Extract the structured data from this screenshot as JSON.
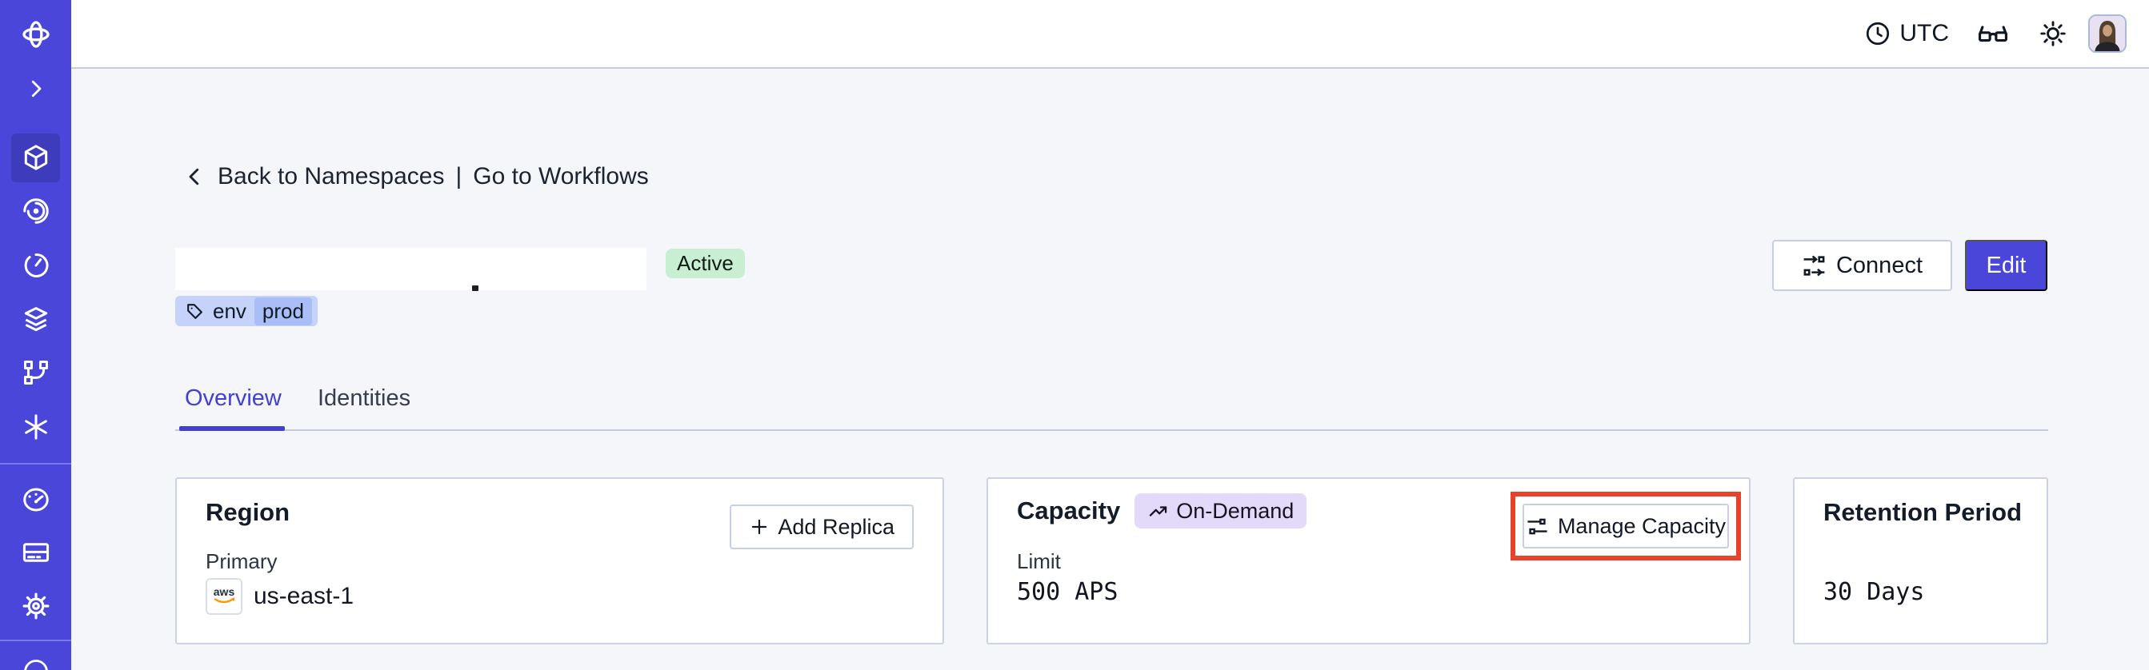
{
  "header": {
    "timezone_label": "UTC",
    "icons": [
      "clock-icon",
      "glasses-icon",
      "sun-icon",
      "avatar"
    ]
  },
  "sidebar": {
    "icons": [
      "temporal-logo-icon",
      "chevron-right-icon",
      "cube-icon",
      "spiral-icon",
      "clock-arrow-icon",
      "layers-icon",
      "branch-icon",
      "asterisk-icon",
      "gauge-icon",
      "credit-card-icon",
      "gear-icon",
      "circle-partial-icon"
    ],
    "active_icon": "cube-icon"
  },
  "breadcrumb": {
    "back_label": "Back to Namespaces",
    "separator": "|",
    "forward_label": "Go to Workflows"
  },
  "namespace": {
    "status_badge": "Active",
    "tag": {
      "icon": "tag-icon",
      "key": "env",
      "value": "prod"
    },
    "connect_button": "Connect",
    "edit_button": "Edit"
  },
  "tabs": {
    "items": [
      {
        "label": "Overview"
      },
      {
        "label": "Identities"
      }
    ],
    "active": "Overview"
  },
  "cards": {
    "region": {
      "title": "Region",
      "add_replica_button": "Add Replica",
      "primary_label": "Primary",
      "provider": "aws",
      "region_value": "us-east-1"
    },
    "capacity": {
      "title": "Capacity",
      "mode_badge": "On-Demand",
      "manage_button": "Manage Capacity",
      "limit_label": "Limit",
      "limit_value": "500 APS",
      "highlighted": true
    },
    "retention": {
      "title": "Retention Period",
      "value": "30 Days"
    }
  },
  "colors": {
    "sidebar": "#4946d9",
    "sidebar_active": "#3e3bbd",
    "accent": "#4946d9",
    "tab_active": "#4340cf",
    "page_bg": "#f5f6fa",
    "card_border": "#cbd2e3",
    "status_active_bg": "#c9efd2",
    "tag_bg": "#c5d2fa",
    "tag_value_bg": "#a9bdf6",
    "ondemand_bg": "#e3daf9",
    "annotation_red": "#e8432a",
    "aws_orange": "#ff9900"
  }
}
